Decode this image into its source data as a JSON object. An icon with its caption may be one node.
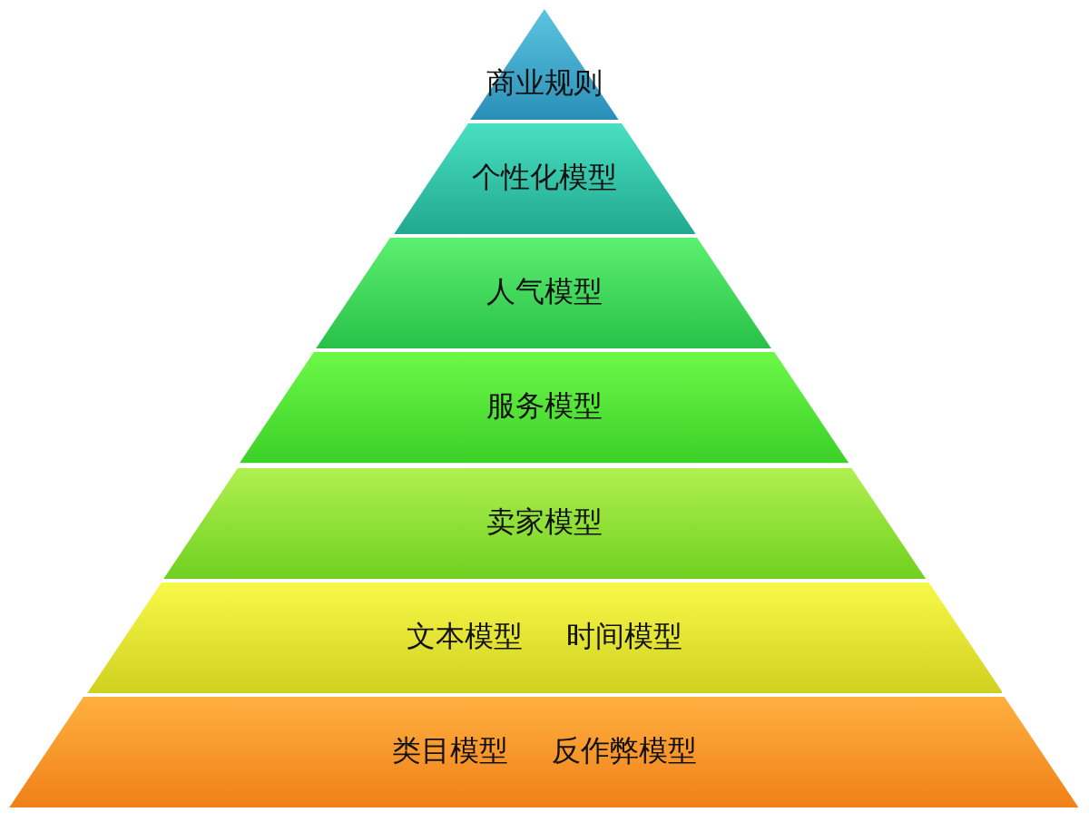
{
  "diagram": {
    "nodes": [
      {
        "text": [
          "商业规则"
        ]
      },
      {
        "text": [
          "个性化模型"
        ]
      },
      {
        "text": [
          "人气模型"
        ]
      },
      {
        "text": [
          "服务模型"
        ]
      },
      {
        "text": [
          "卖家模型"
        ]
      },
      {
        "text": [
          "文本模型",
          "时间模型"
        ]
      },
      {
        "text": [
          "类目模型",
          "反作弊模型"
        ]
      }
    ]
  }
}
